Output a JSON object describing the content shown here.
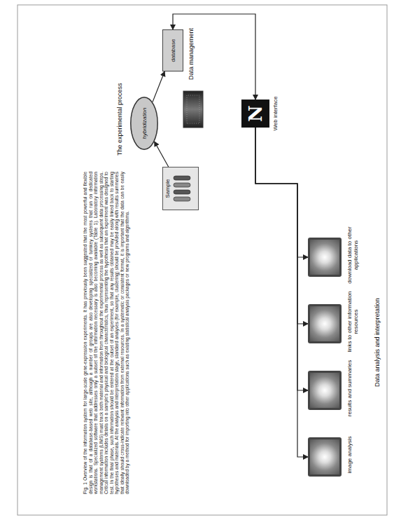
{
  "diagram": {
    "caption": "Fig. 1 Overview of the information system for large-scale gene-expression experiments. It has previously been suggested that the most powerful and flexible design is that of a database-based web site, although a number of groups are also developing specialized or turnkey systems that run on dedicated workstations. Specialized software that addresses only a subset of the information necessary is also becoming available (Table 1). Laboratory information management systems (LIMS) must track both material and information from throughout the experimental process as well as subsequent data processing steps. Critical information includes details on a sample's physical and biological characteristics, thus representing the hypothesis that an experiment was designed to test. In the final phase, such information should be entered at the outset of an experiment, so that any results obtained may be easily linked back to starting hypotheses and materials. At the analysis and interpretation stage, standard analyses (for example, clustering) should be provided along with results summaries that ideally should cross-indicate relevant information from external resources. In a systematic or consistent format, it is important that the data can be easily downloaded by a method for importing into other applications such as existing statistical analysis packages or new programs and algorithms.",
    "nodes": [
      {
        "text": [
          "Sample"
        ]
      },
      {
        "text": [
          "hybridization"
        ]
      },
      {
        "text": [
          "database"
        ]
      },
      {
        "text": [
          "N",
          "Web interface"
        ]
      },
      {
        "text": [
          "image analysis"
        ]
      },
      {
        "text": [
          "results and summaries"
        ]
      },
      {
        "text": [
          "links to other information resources"
        ]
      },
      {
        "text": [
          "download data to other applications"
        ]
      }
    ],
    "edges": [
      {
        "from": 0,
        "to": 1,
        "arrow": "to"
      },
      {
        "from": 1,
        "to": 2,
        "arrow": "to"
      },
      {
        "from": 2,
        "to": 3,
        "arrow": "both"
      },
      {
        "from": 3,
        "to": 4,
        "arrow": "to"
      },
      {
        "from": 3,
        "to": 5,
        "arrow": "to"
      },
      {
        "from": 3,
        "to": 6,
        "arrow": "to"
      },
      {
        "from": 3,
        "to": 7,
        "arrow": "to"
      }
    ],
    "labels": [
      "The experimental process",
      "Data management",
      "Data analysis and interpretation"
    ]
  }
}
